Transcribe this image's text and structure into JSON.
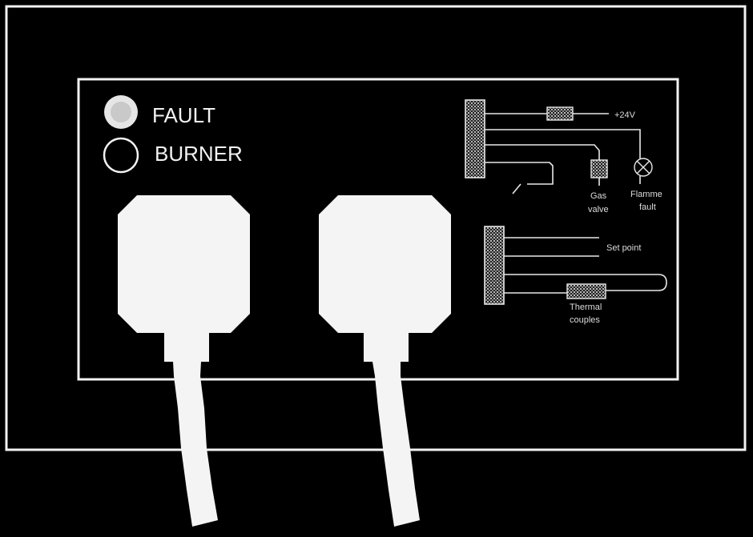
{
  "indicators": {
    "fault_label": "FAULT",
    "burner_label": "BURNER"
  },
  "wiring": {
    "supply_label": "+24V",
    "gas_valve_line1": "Gas",
    "gas_valve_line2": "valve",
    "flame_fault_line1": "Flamme",
    "flame_fault_line2": "fault",
    "set_point_label": "Set point",
    "thermocouples_line1": "Thermal",
    "thermocouples_line2": "couples"
  },
  "colors": {
    "background": "#000000",
    "line": "#f2f2f2",
    "plug": "#f4f4f4"
  }
}
